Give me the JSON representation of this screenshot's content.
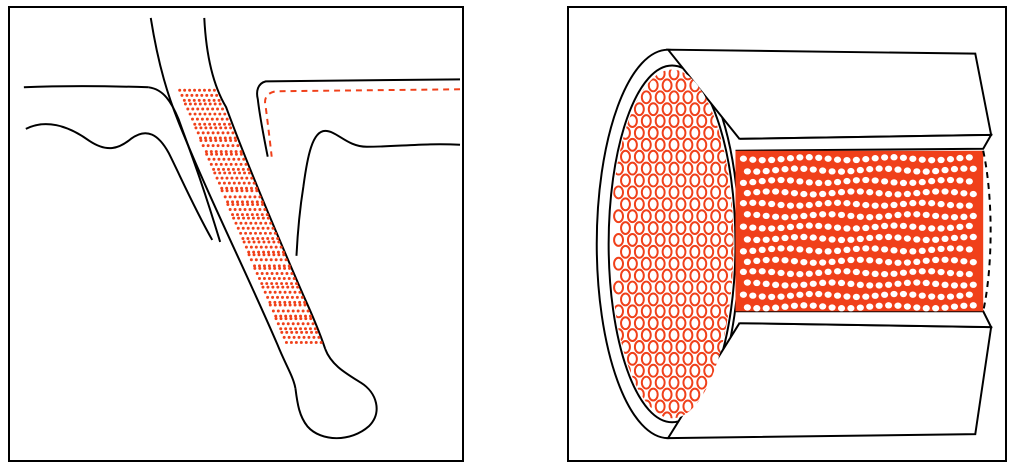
{
  "figure": {
    "panels": [
      {
        "id": "left",
        "subject": "hair-shaft-in-follicle",
        "fill_color": "#f0401a",
        "line_color": "#000000"
      },
      {
        "id": "right",
        "subject": "hair-cylinder-section",
        "fill_color": "#f0401a",
        "line_color": "#000000"
      }
    ]
  }
}
